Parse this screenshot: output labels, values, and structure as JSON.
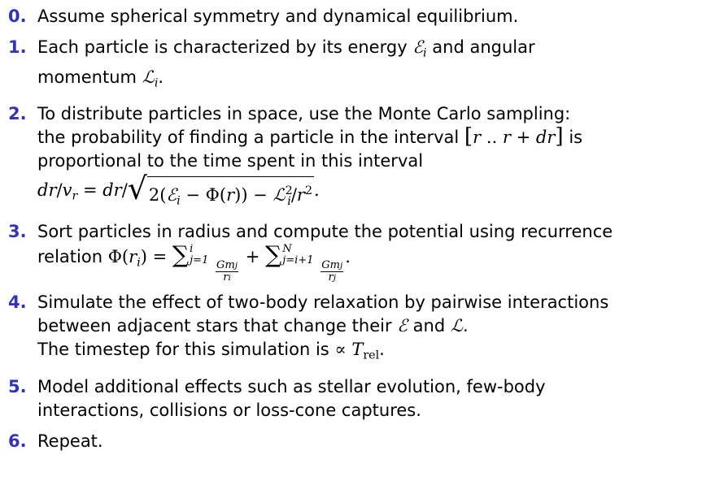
{
  "accent_color": "#3333b3",
  "steps": [
    {
      "num": "0.",
      "lines": [
        "Assume spherical symmetry and dynamical equilibrium."
      ]
    },
    {
      "num": "1.",
      "lines": [
        "Each particle is characterized by its energy",
        "and angular",
        "momentum"
      ]
    },
    {
      "num": "2.",
      "lines": [
        "To distribute particles in space, use the Monte Carlo sampling:",
        "the probability of finding a particle in the interval",
        "is",
        "proportional to the time spent in this interval"
      ]
    },
    {
      "num": "3.",
      "lines": [
        "Sort particles in radius and compute the potential using recurrence",
        "relation"
      ]
    },
    {
      "num": "4.",
      "lines": [
        "Simulate the effect of two-body relaxation by pairwise interactions",
        "between adjacent stars that change their",
        "and",
        ".",
        "The timestep for this simulation is"
      ]
    },
    {
      "num": "5.",
      "lines": [
        "Model additional effects such as stellar evolution, few-body",
        "interactions, collisions or loss-cone captures."
      ]
    },
    {
      "num": "6.",
      "lines": [
        "Repeat."
      ]
    }
  ]
}
